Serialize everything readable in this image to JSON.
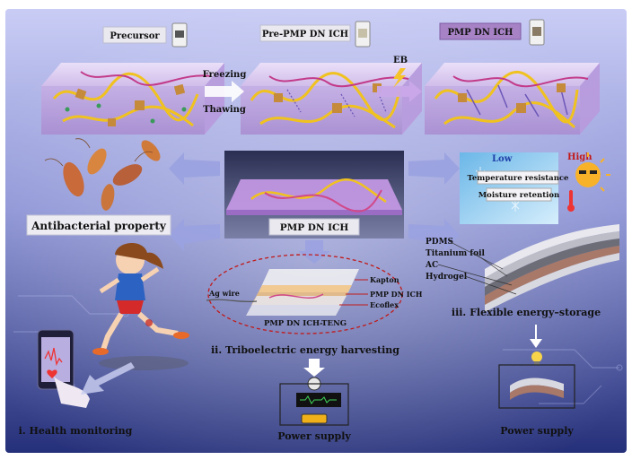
{
  "stages": {
    "precursor": "Precursor",
    "pre_pmp": "Pre-PMP DN ICH",
    "pmp": "PMP DN ICH"
  },
  "process": {
    "freezing": "Freezing",
    "thawing": "Thawing",
    "eb": "EB"
  },
  "center": {
    "title": "PMP DN ICH"
  },
  "properties": {
    "antibacterial": "Antibacterial property",
    "low": "Low",
    "high": "High",
    "temperature": "Temperature resistance",
    "moisture": "Moisture retention"
  },
  "teng": {
    "kapton": "Kapton",
    "pmp": "PMP DN ICH",
    "ecoflex": "Ecoflex",
    "ag_wire": "Ag wire",
    "device": "PMP DN ICH-TENG"
  },
  "storage": {
    "pdms": "PDMS",
    "titanium": "Titanium foil",
    "ac": "AC",
    "hydrogel": "Hydrogel"
  },
  "captions": {
    "health": "i. Health monitoring",
    "tribo": "ii. Triboelectric energy harvesting",
    "flexible": "iii. Flexible energy–storage",
    "power1": "Power supply",
    "power2": "Power supply"
  },
  "colors": {
    "background_top": "#b7bdf0",
    "background_bottom": "#1e2a6e",
    "hydrogel_block": "#d9c3ee",
    "chain": "#f0c21f",
    "label_box": "#e7e7ee",
    "label_box_dark": "#9a79b8"
  }
}
